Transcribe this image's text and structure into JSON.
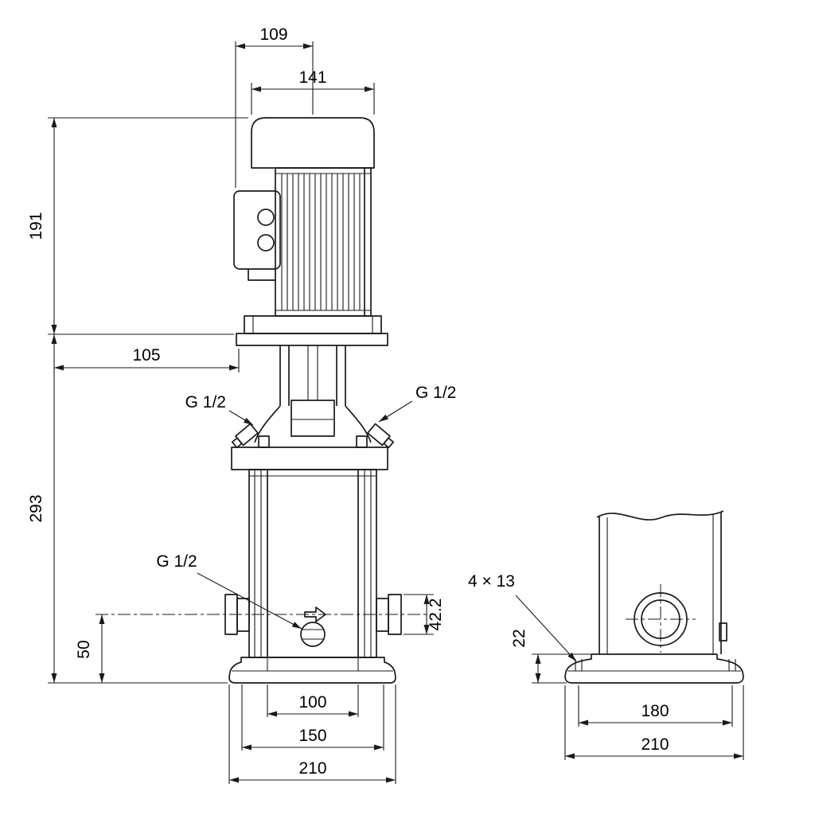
{
  "meta": {
    "background_color": "#ffffff",
    "line_color": "#1a1a1a"
  },
  "front_view": {
    "dim_top_offset": "109",
    "dim_motor_width": "141",
    "dim_motor_height": "191",
    "dim_head_offset": "105",
    "dim_pump_height": "293",
    "dim_port_height": "50",
    "dim_port_od": "42.2",
    "dim_inner_base": "100",
    "dim_mid_base": "150",
    "dim_outer_base": "210",
    "label_plug_left": "G 1/2",
    "label_plug_right": "G 1/2",
    "label_drain": "G 1/2"
  },
  "side_view": {
    "label_bolt_holes": "4 × 13",
    "dim_base_height": "22",
    "dim_hole_spacing": "180",
    "dim_base_width": "210"
  }
}
